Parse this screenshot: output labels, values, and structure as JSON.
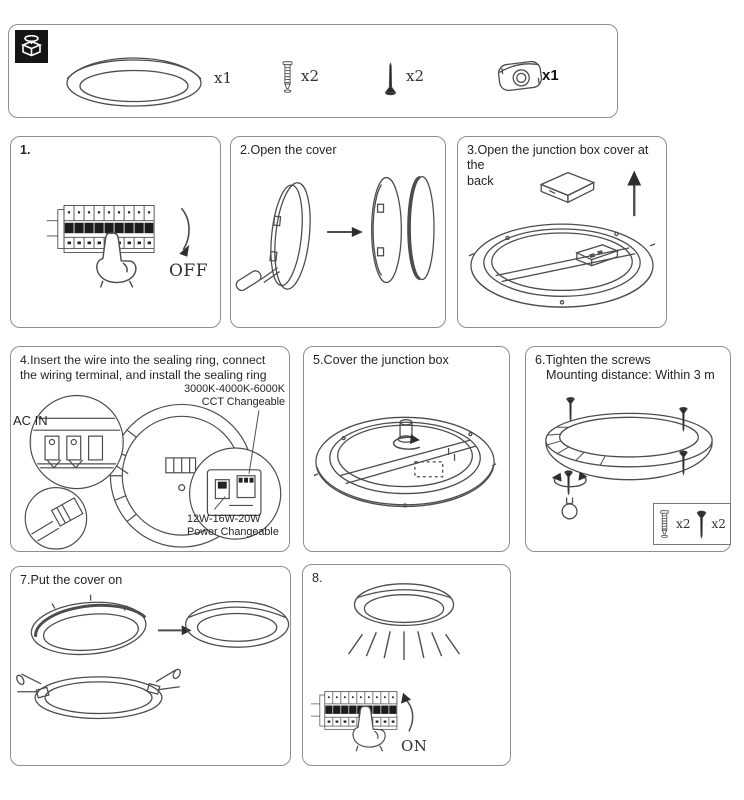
{
  "parts_panel": {
    "lamp_qty": "x1",
    "anchor_qty": "x2",
    "screw_qty": "x2",
    "junction_box_qty": "x1"
  },
  "steps": {
    "s1": {
      "num": "1.",
      "switch_label": "OFF"
    },
    "s2": {
      "title": "2.Open the cover"
    },
    "s3": {
      "line1": "3.Open the junction box cover at the",
      "line2": "back"
    },
    "s4": {
      "line1": "4.Insert the wire into the sealing ring, connect",
      "line2": "the wiring terminal, and install the sealing ring",
      "ac_in_label": "AC IN",
      "cct_line1": "3000K-4000K-6000K",
      "cct_line2": "CCT Changeable",
      "power_line1": "12W-16W-20W",
      "power_line2": "Power Changeable"
    },
    "s5": {
      "title": "5.Cover the junction box"
    },
    "s6": {
      "line1": "6.Tighten the screws",
      "line2": "Mounting distance: Within 3 m",
      "anchor_qty": "x2",
      "screw_qty": "x2"
    },
    "s7": {
      "title": "7.Put the cover on"
    },
    "s8": {
      "num": "8.",
      "switch_label": "ON"
    }
  },
  "colors": {
    "line": "#4d4d4d",
    "panel_border": "#8f8f8f",
    "text": "#242424",
    "black_fill": "#1c1c1c"
  }
}
